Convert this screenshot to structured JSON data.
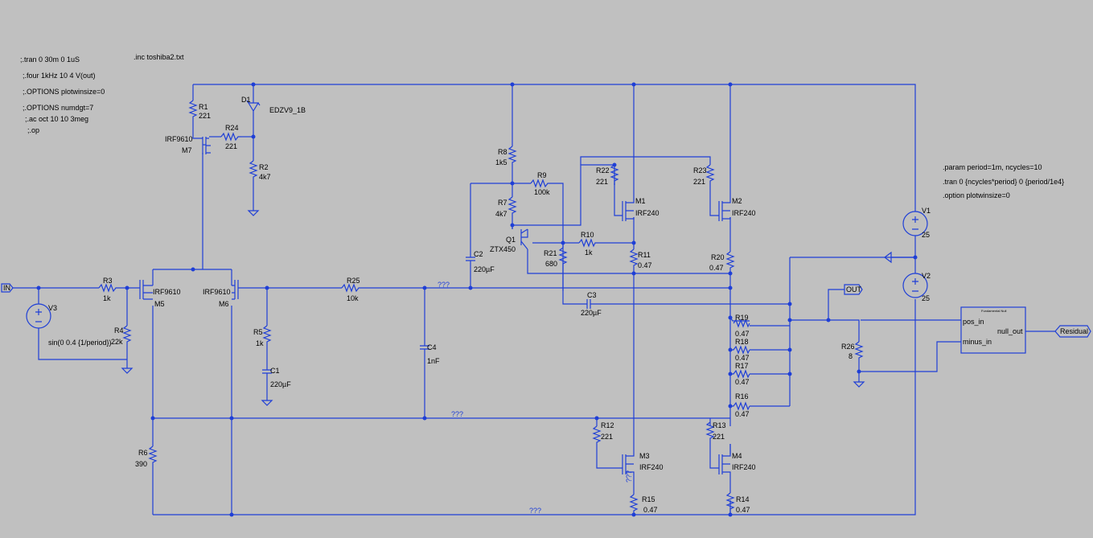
{
  "directives": {
    "tran1": ";.tran 0 30m 0 1uS",
    "four": ";.four 1kHz 10 4 V(out)",
    "opt1": ";.OPTIONS plotwinsize=0",
    "opt2": ";.OPTIONS numdgt=7",
    "ac": ";.ac oct 10 10 3meg",
    "op": ";.op",
    "inc": ".inc toshiba2.txt",
    "param": ".param period=1m, ncycles=10",
    "tran2": ".tran 0 {ncycles*period} 0 {period/1e4}",
    "opt3": ".option plotwinsize=0"
  },
  "components": {
    "R1": {
      "name": "R1",
      "value": "221"
    },
    "R2": {
      "name": "R2",
      "value": "4k7"
    },
    "R3": {
      "name": "R3",
      "value": "1k"
    },
    "R4": {
      "name": "R4",
      "value": "22k"
    },
    "R5": {
      "name": "R5",
      "value": "1k"
    },
    "R6": {
      "name": "R6",
      "value": "390"
    },
    "R7": {
      "name": "R7",
      "value": "4k7"
    },
    "R8": {
      "name": "R8",
      "value": "1k5"
    },
    "R9": {
      "name": "R9",
      "value": "100k"
    },
    "R10": {
      "name": "R10",
      "value": "1k"
    },
    "R11": {
      "name": "R11",
      "value": "0.47"
    },
    "R12": {
      "name": "R12",
      "value": "221"
    },
    "R13": {
      "name": "R13",
      "value": "221"
    },
    "R14": {
      "name": "R14",
      "value": "0.47"
    },
    "R15": {
      "name": "R15",
      "value": "0.47"
    },
    "R16": {
      "name": "R16",
      "value": "0.47"
    },
    "R17": {
      "name": "R17",
      "value": "0.47"
    },
    "R18": {
      "name": "R18",
      "value": "0.47"
    },
    "R19": {
      "name": "R19",
      "value": "0.47"
    },
    "R20": {
      "name": "R20",
      "value": "0.47"
    },
    "R21": {
      "name": "R21",
      "value": "680"
    },
    "R22": {
      "name": "R22",
      "value": "221"
    },
    "R23": {
      "name": "R23",
      "value": "221"
    },
    "R24": {
      "name": "R24",
      "value": "221"
    },
    "R25": {
      "name": "R25",
      "value": "10k"
    },
    "R26": {
      "name": "R26",
      "value": "8"
    },
    "C1": {
      "name": "C1",
      "value": "220µF"
    },
    "C2": {
      "name": "C2",
      "value": "220µF"
    },
    "C3": {
      "name": "C3",
      "value": "220µF"
    },
    "C4": {
      "name": "C4",
      "value": "1nF"
    },
    "D1": {
      "name": "D1",
      "value": "EDZV9_1B"
    },
    "Q1": {
      "name": "Q1",
      "value": "ZTX450"
    },
    "M1": {
      "name": "M1",
      "value": "IRF240"
    },
    "M2": {
      "name": "M2",
      "value": "IRF240"
    },
    "M3": {
      "name": "M3",
      "value": "IRF240"
    },
    "M4": {
      "name": "M4",
      "value": "IRF240"
    },
    "M5": {
      "name": "M5",
      "value": "IRF9610"
    },
    "M6": {
      "name": "M6",
      "value": "IRF9610"
    },
    "M7": {
      "name": "M7",
      "value": "IRF9610"
    },
    "V1": {
      "name": "V1",
      "value": "25"
    },
    "V2": {
      "name": "V2",
      "value": "25"
    },
    "V3": {
      "name": "V3",
      "value": "sin(0 0.4 {1/period})"
    }
  },
  "nets": {
    "in": "IN",
    "out": "OUT",
    "residual": "Residual",
    "unknown": "???"
  },
  "null_block": {
    "title": "Fundamental Null",
    "pos": "pos_in",
    "minus": "minus_in",
    "out": "null_out"
  },
  "colors": {
    "background": "#c0c0c0",
    "wire": "#1f3fd6",
    "text": "#000000"
  }
}
